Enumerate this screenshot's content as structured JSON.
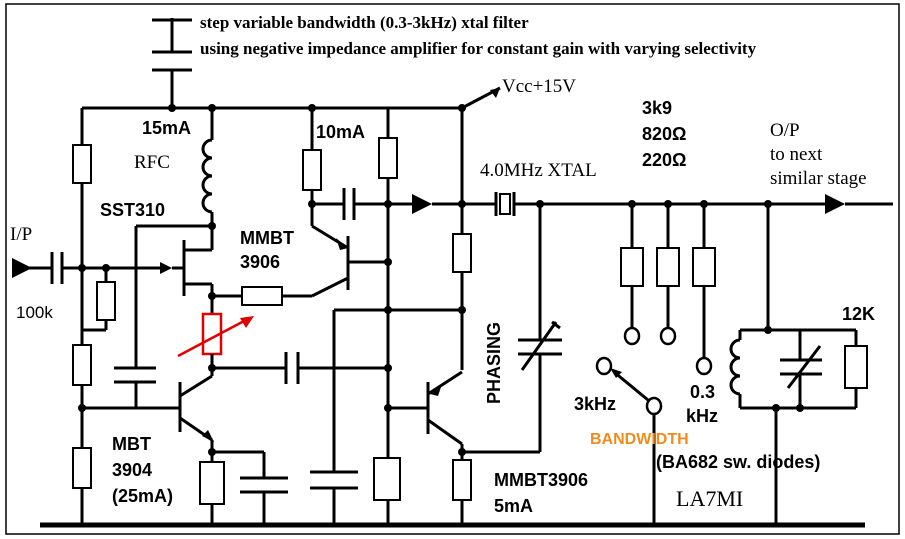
{
  "title": {
    "line1": "step variable bandwidth (0.3-3kHz) xtal filter",
    "line2": "using negative impedance amplifier for constant gain with varying selectivity"
  },
  "labels": {
    "vcc": "Vcc+15V",
    "i_15ma": "15mA",
    "i_10ma": "10mA",
    "rfc": "RFC",
    "sst310": "SST310",
    "ip": "I/P",
    "r100k": "100k",
    "mmbt3906_a_1": "MMBT",
    "mmbt3906_a_2": "3906",
    "mbt3904_1": "MBT",
    "mbt3904_2": "3904",
    "mbt3904_3": "(25mA)",
    "xtal": "4.0MHz XTAL",
    "phasing": "PHASING",
    "r3k9": "3k9",
    "r820": "820Ω",
    "r220": "220Ω",
    "op_1": "O/P",
    "op_2": "to next",
    "op_3": "similar stage",
    "r12k": "12K",
    "sw_3khz": "3kHz",
    "sw_03_1": "0.3",
    "sw_03_2": "kHz",
    "bandwidth": "BANDWIDTH",
    "diodes": "(BA682 sw. diodes)",
    "mmbt3906_b": "MMBT3906",
    "i_5ma": "5mA",
    "author": "LA7MI"
  },
  "colors": {
    "ink": "#000000",
    "variable_resistor": "#e00000",
    "bandwidth_label": "#f08c1e",
    "border": "#000000"
  }
}
